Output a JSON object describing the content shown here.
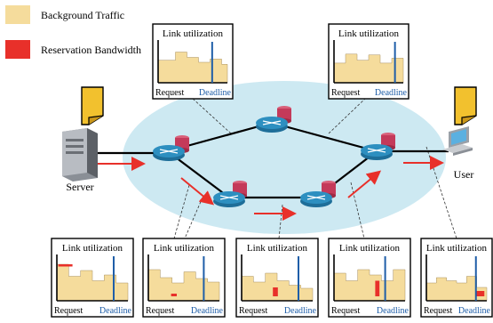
{
  "legend": {
    "background_traffic": "Background Traffic",
    "reservation_bandwidth": "Reservation Bandwidth"
  },
  "colors": {
    "background_traffic": "#f5dc9c",
    "reservation": "#e8302a",
    "deadline_line": "#1f5ea8",
    "deadline_text": "#1f5ea8",
    "cloud": "#cde9f2",
    "file_icon": "#f2c12e",
    "router": "#2d8fc0",
    "storage": "#c43a5a",
    "flow_arrow": "#e8302a"
  },
  "nodes": {
    "server_label": "Server",
    "user_label": "User"
  },
  "mini_chart": {
    "title": "Link utilization",
    "request_label": "Request",
    "deadline_label": "Deadline"
  },
  "icons": {
    "server": "server-icon",
    "user": "desktop-computer-icon",
    "file": "document-icon",
    "router": "router-icon",
    "storage": "storage-cylinder-icon"
  }
}
